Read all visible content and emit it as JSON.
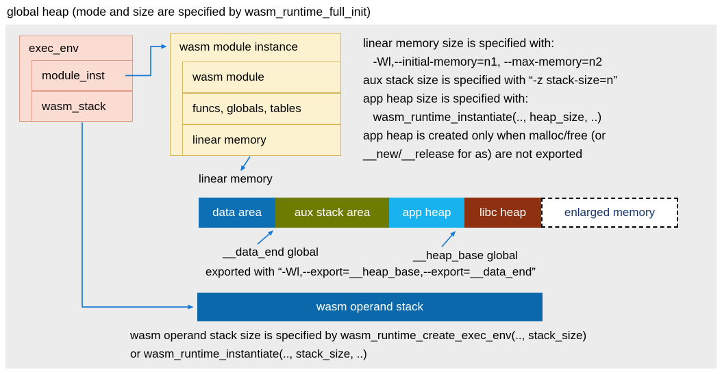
{
  "title": "global heap (mode and size are specified by wasm_runtime_full_init)",
  "exec_env": {
    "title": "exec_env",
    "items": [
      {
        "label": "module_inst"
      },
      {
        "label": "wasm_stack"
      }
    ]
  },
  "module_instance": {
    "title": "wasm module instance",
    "items": [
      {
        "label": "wasm module"
      },
      {
        "label": "funcs, globals, tables"
      },
      {
        "label": "linear memory"
      }
    ]
  },
  "notes": {
    "lines": [
      "linear memory size is specified with:",
      "   -Wl,--initial-memory=n1, --max-memory=n2",
      "aux stack size is specified with “-z stack-size=n”",
      "app heap size is specified with:",
      "   wasm_runtime_instantiate(.., heap_size, ..)",
      "app heap is created only when malloc/free (or",
      "__new/__release for as) are not exported"
    ]
  },
  "linear_memory": {
    "label": "linear memory",
    "segments": [
      {
        "label": "data area",
        "color": "#0d6fb4",
        "text_color": "#ffffff"
      },
      {
        "label": "aux stack area",
        "color": "#6e7b01",
        "text_color": "#ffffff"
      },
      {
        "label": "app heap",
        "color": "#18b2ee",
        "text_color": "#ffffff"
      },
      {
        "label": "libc heap",
        "color": "#8e3110",
        "text_color": "#ffffff"
      },
      {
        "label": "enlarged memory",
        "color": "#ffffff",
        "text_color": "#17356b"
      }
    ]
  },
  "annotations": {
    "data_end_label": "__data_end global",
    "heap_base_label": "__heap_base global",
    "export_note": "exported with “-Wl,--export=__heap_base,--export=__data_end”"
  },
  "operand_stack": {
    "label": "wasm operand stack",
    "color": "#0a68ab"
  },
  "footer": {
    "lines": [
      "wasm operand stack size is specified by wasm_runtime_create_exec_env(.., stack_size)",
      "or wasm_runtime_instantiate(.., stack_size, ..)"
    ]
  },
  "arrow_color": "#1a7ad2"
}
